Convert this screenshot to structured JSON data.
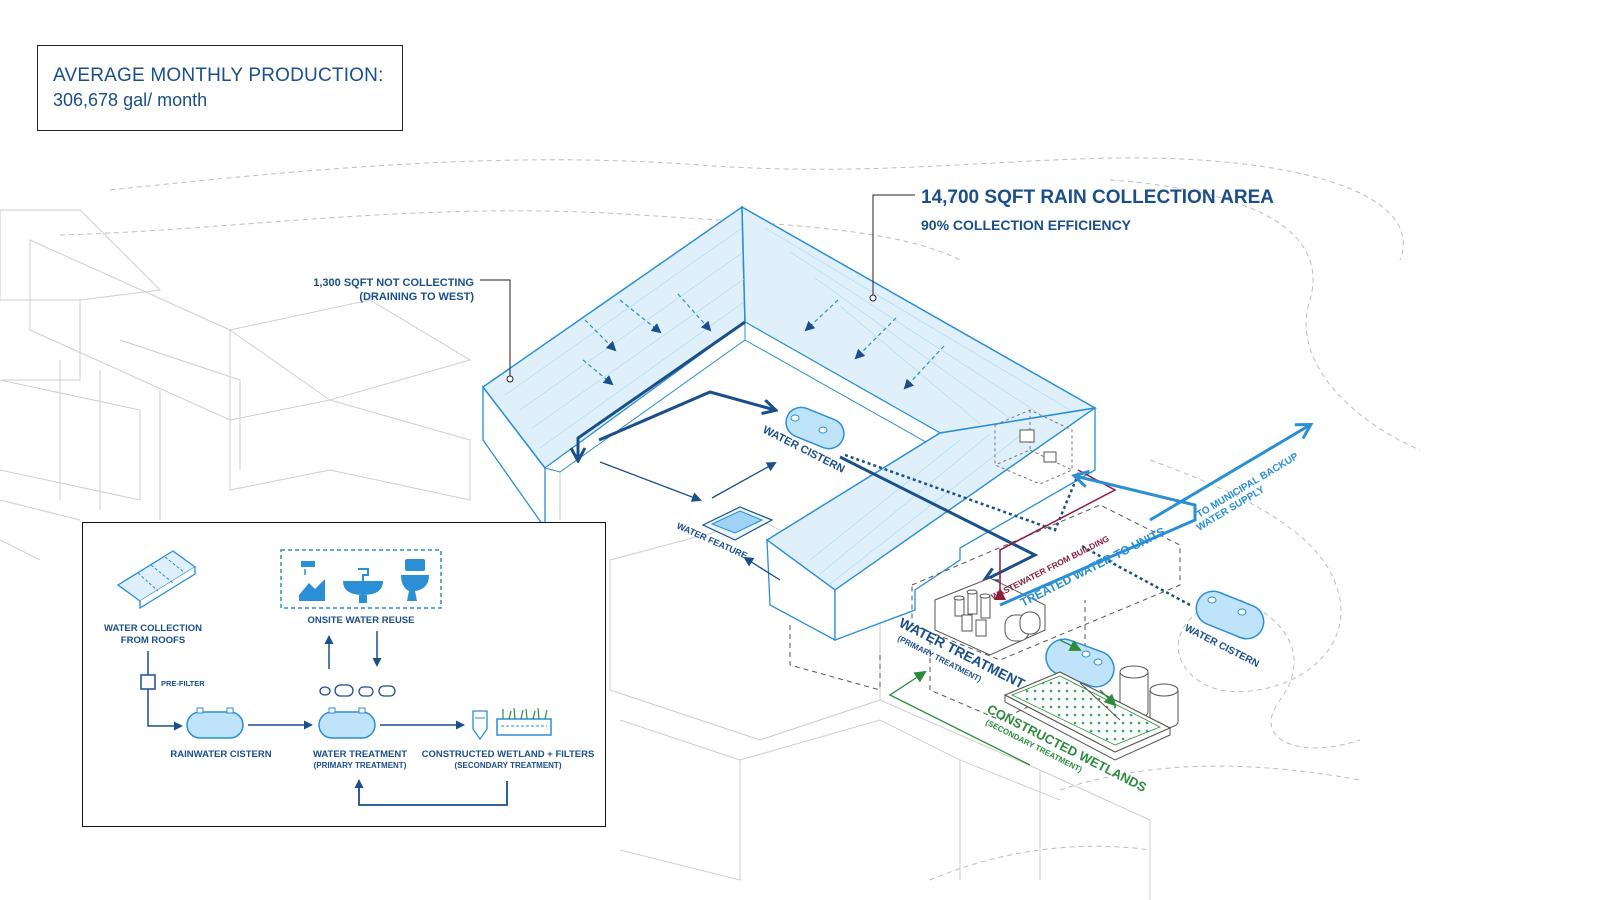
{
  "production": {
    "title": "AVERAGE MONTHLY PRODUCTION:",
    "value": "306,678 gal/ month"
  },
  "callouts": {
    "rain_area": "14,700 SQFT RAIN COLLECTION AREA",
    "efficiency": "90% COLLECTION EFFICIENCY",
    "not_collecting_1": "1,300 SQFT NOT COLLECTING",
    "not_collecting_2": "(DRAINING TO WEST)"
  },
  "site_labels": {
    "water_cistern_1": "WATER CISTERN",
    "water_feature": "WATER FEATURE",
    "water_treatment": "WATER TREATMENT",
    "water_treatment_sub": "(PRIMARY TREATMENT)",
    "constructed_wetlands": "CONSTRUCTED WETLANDS",
    "constructed_wetlands_sub": "(SECONDARY TREATMENT)",
    "water_cistern_2": "WATER CISTERN",
    "wastewater": "WASTEWATER FROM BUILDING",
    "treated_water": "TREATED WATER TO UNITS",
    "municipal_1": "TO MUNICIPAL BACKUP",
    "municipal_2": "WATER SUPPLY"
  },
  "legend": {
    "collection_1": "WATER COLLECTION",
    "collection_2": "FROM ROOFS",
    "prefilter": "PRE-FILTER",
    "rainwater_cistern": "RAINWATER CISTERN",
    "onsite_reuse": "ONSITE WATER REUSE",
    "treatment_1": "WATER TREATMENT",
    "treatment_2": "(PRIMARY TREATMENT)",
    "wetland_1": "CONSTRUCTED WETLAND + FILTERS",
    "wetland_2": "(SECONDARY TREATMENT)"
  },
  "colors": {
    "navy": "#1b4f8a",
    "light_blue": "#2a8fd4",
    "roof_fill": "#dff0fa",
    "roof_stroke": "#2a8fd4",
    "green": "#2e8b3e",
    "maroon": "#8a1f3c",
    "context_gray": "#c8c8c8"
  }
}
